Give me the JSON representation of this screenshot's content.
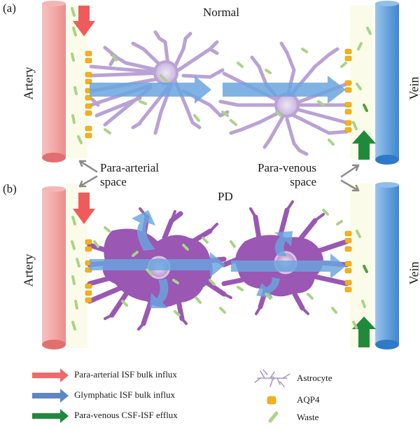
{
  "panels": [
    {
      "letter": "(a)",
      "title": "Normal",
      "left_vessel": "Artery",
      "right_vessel": "Vein"
    },
    {
      "letter": "(b)",
      "title": "PD",
      "left_vessel": "Artery",
      "right_vessel": "Vein"
    }
  ],
  "space_labels": {
    "para_arterial": [
      "Para-arterial",
      "space"
    ],
    "para_venous": [
      "Para-venous",
      "space"
    ]
  },
  "legend": {
    "arrows": [
      {
        "label": "Para-arterial ISF bulk influx",
        "color": "#ef6a6a"
      },
      {
        "label": "Glymphatic ISF bulk influx",
        "color": "#5f86c4"
      },
      {
        "label": "Para-venous CSF-ISF efflux",
        "color": "#1f8a3a"
      }
    ],
    "symbols": [
      {
        "label": "Astrocyte",
        "icon": "astrocyte-icon"
      },
      {
        "label": "AQP4",
        "icon": "aqp4-icon"
      },
      {
        "label": "Waste",
        "icon": "waste-icon"
      }
    ]
  },
  "colors": {
    "artery": "#f2a9a9",
    "vein": "#6aa4dd",
    "astrocyte_normal": "#b9a2d4",
    "astrocyte_pd": "#9a57b3",
    "aqp4": "#f2b21d",
    "waste": "#a9d486",
    "flow": "#6aa6df",
    "space_fill": "#fbfbe9"
  }
}
